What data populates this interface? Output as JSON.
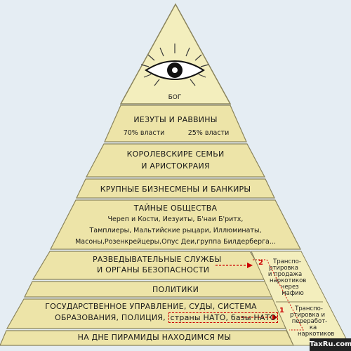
{
  "apex": {
    "label": "БОГ"
  },
  "tiers": {
    "t1": {
      "title": "ИЕЗУТЫ  И  РАВВИНЫ",
      "left": "70% власти",
      "right": "25% власти"
    },
    "t2": {
      "line1": "КОРОЛЕВСКИРЕ СЕМЬИ",
      "line2": "И АРИСТОКРАИЯ"
    },
    "t3": {
      "title": "КРУПНЫЕ БИЗНЕСМЕНЫ И БАНКИРЫ"
    },
    "t4": {
      "title": "ТАЙНЫЕ ОБЩЕСТВА",
      "line1": "Череп и Кости, Иезуиты, Б'наи Б'ритх,",
      "line2": "Тамплиеры,  Мальтийские рыцари, Иллюминаты,",
      "line3": "Масоны,Розенкрейцеры,Опус Деи,группа Билдерберга..."
    },
    "t5": {
      "line1": "РАЗВЕДЫВАТЕЛЬНЫЕ СЛУЖБЫ",
      "line2": "И ОРГАНЫ БЕЗОПАСНОСТИ"
    },
    "t6": {
      "title": "ПОЛИТИКИ"
    },
    "t7": {
      "line1": "ГОСУДАРСТВЕННОЕ УПРАВЛЕНИЕ, СУДЫ, СИСТЕМА",
      "line2": "ОБРАЗОВАНИЯ, ПОЛИЦИЯ,",
      "boxed": "страны НАТО, базы НАТО"
    },
    "t8": {
      "title": "НА ДНЕ ПИРАМИДЫ НАХОДИМСЯ МЫ"
    }
  },
  "side_notes": {
    "n2": {
      "num": "2",
      "text": [
        "Транспо-",
        "ртировка",
        "и продажа",
        "наркотиков",
        "через",
        "мафию"
      ]
    },
    "n1": {
      "num": "1",
      "text": [
        "Транспо-",
        "ртировка и",
        "переработ-",
        "ка",
        "наркотиков"
      ]
    }
  },
  "watermark": "TaxRu.com",
  "colors": {
    "tier_fill": "#ede4a8",
    "apex_fill": "#f3eebd",
    "stroke": "#8a845c",
    "accent": "#cc0000"
  }
}
